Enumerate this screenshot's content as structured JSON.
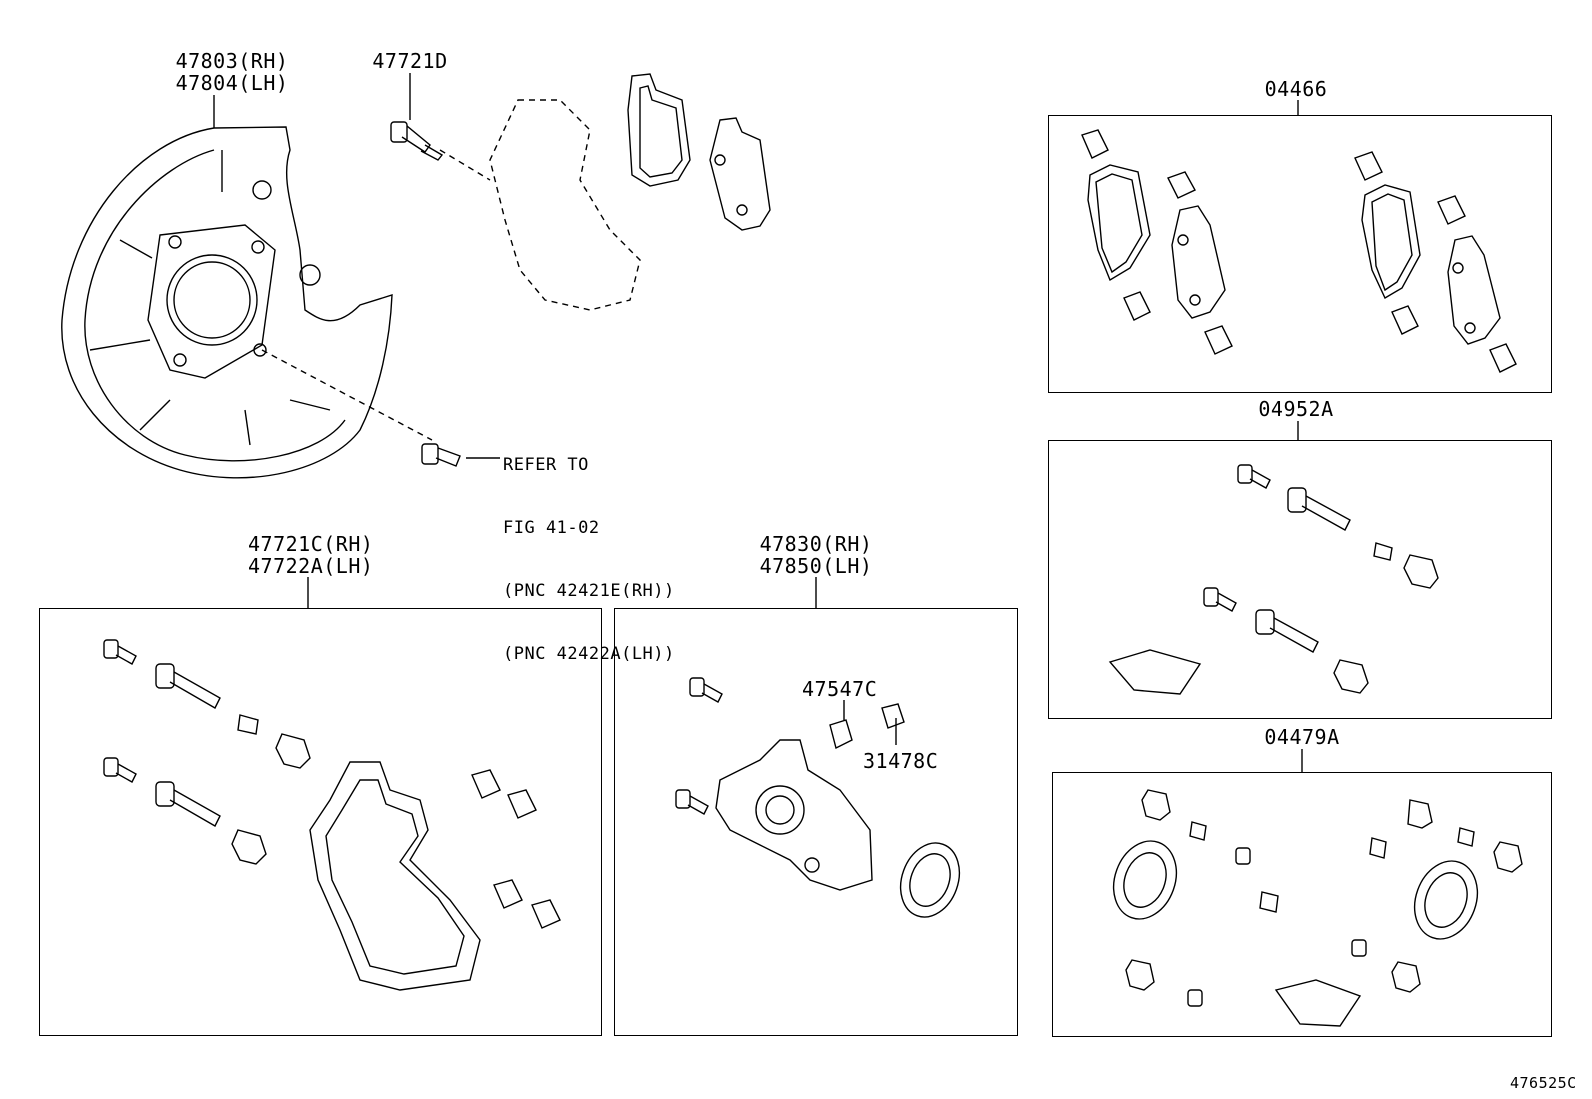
{
  "diagram_id": "476525C",
  "labels": {
    "dust_cover_rh": "47803(RH)",
    "dust_cover_lh": "47804(LH)",
    "mounting_bolt": "47721D",
    "pad_kit": "04466",
    "slide_pin_kit": "04952A",
    "cylinder_kit": "04479A",
    "caliper_support_rh": "47721C(RH)",
    "caliper_support_lh": "47722A(LH)",
    "caliper_assy_rh": "47830(RH)",
    "caliper_assy_lh": "47850(LH)",
    "bleeder_plug": "47547C",
    "bleeder_cap": "31478C"
  },
  "reference_note": {
    "line1": "REFER TO",
    "line2": "FIG 41-02",
    "line3": "(PNC 42421E(RH))",
    "line4": "(PNC 42422A(LH))"
  }
}
